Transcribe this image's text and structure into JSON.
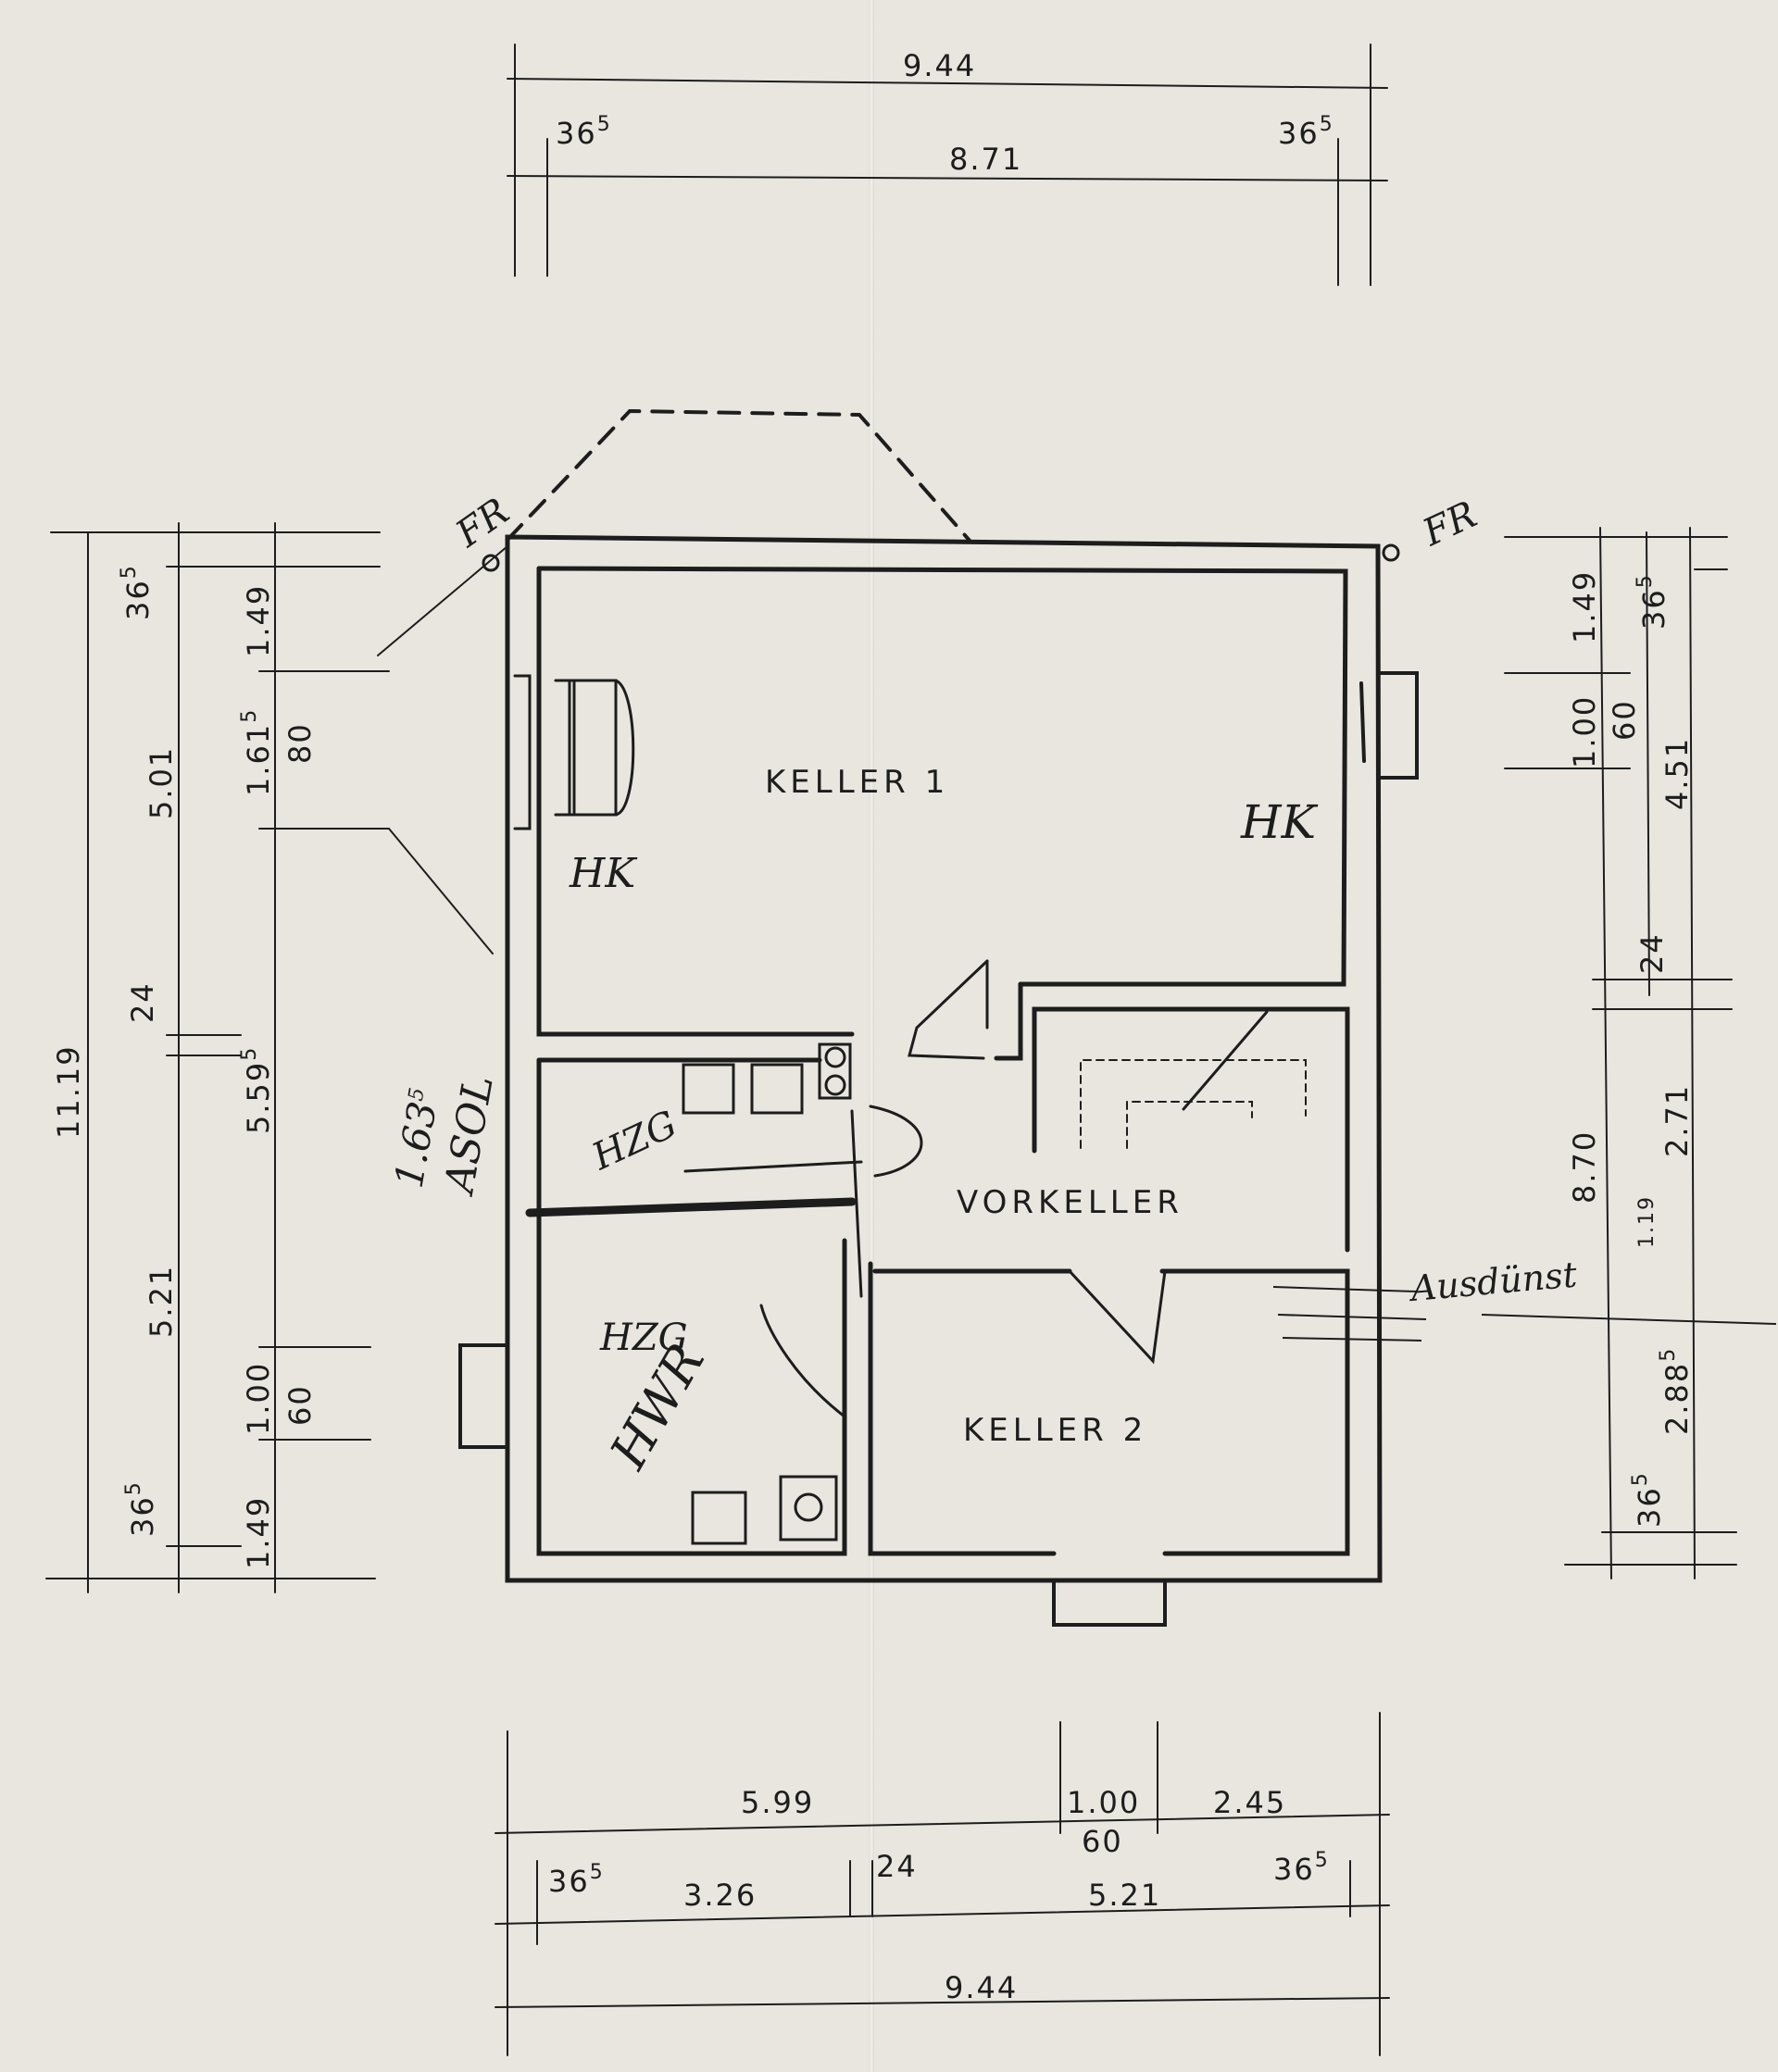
{
  "rooms": {
    "keller1": "KELLER 1",
    "vorkeller": "VORKELLER",
    "keller2": "KELLER 2"
  },
  "annotations": {
    "hk_left": "HK",
    "hk_right": "HK",
    "fr_left": "FR",
    "fr_right": "FR",
    "hzg": "HZG",
    "hwr": "HWR",
    "hzg_upper": "HZG",
    "height_value": "1.63",
    "height_sup": "5",
    "height_note": "ASOL",
    "ausdunst": "Ausdünst"
  },
  "dimensions": {
    "top": {
      "total": "9.44",
      "left_wall": "36",
      "left_wall_sup": "5",
      "inner": "8.71",
      "right_wall": "36",
      "right_wall_sup": "5"
    },
    "bottom": {
      "a": "5.99",
      "b": "1.00",
      "b_sub": "60",
      "c": "2.45",
      "wall_l": "36",
      "wall_l_sup": "5",
      "d": "3.26",
      "e": "24",
      "f": "5.21",
      "wall_r": "36",
      "wall_r_sup": "5",
      "total": "9.44"
    },
    "left": {
      "total": "11.19",
      "wall_top": "36",
      "wall_top_sup": "5",
      "s1": "5.01",
      "s2": "24",
      "s3": "5.21",
      "wall_bot": "36",
      "wall_bot_sup": "5",
      "i1": "1.49",
      "i2": "1.61",
      "i2_sup": "5",
      "i2_sub": "80",
      "i3": "5.59",
      "i3_sup": "5",
      "i4": "1.00",
      "i4_sub": "60",
      "i5": "1.49"
    },
    "right": {
      "total": "8.70",
      "r1": "1.49",
      "r2": "1.00",
      "r2_sub": "60",
      "wall_top": "36",
      "wall_top_sup": "5",
      "r3": "4.51",
      "r4": "24",
      "r5": "2.71",
      "r6": "2.88",
      "r6_sup": "5",
      "wall_bot": "36",
      "wall_bot_sup": "5",
      "r7": "1.19"
    }
  },
  "colors": {
    "paper": "#e9e6df",
    "ink": "#1d1d1d"
  }
}
